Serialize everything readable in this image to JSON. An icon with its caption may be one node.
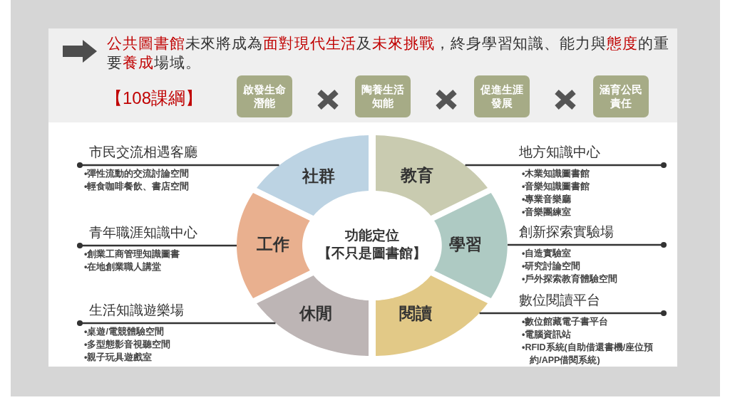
{
  "diagram": {
    "title": "**公共圖書館**未來將成為**面對現代生活**及**未來挑戰**，終身學習知識、能力與**態度**的重要**養成**場域。",
    "nodes": [
      {
        "text": [
          "啟發生命潛能"
        ]
      },
      {
        "text": [
          "陶養生活知能"
        ]
      },
      {
        "text": [
          "促進生涯發展"
        ]
      },
      {
        "text": [
          "涵育公民責任"
        ]
      },
      {
        "text": [
          "社群"
        ]
      },
      {
        "text": [
          "教育"
        ]
      },
      {
        "text": [
          "工作"
        ]
      },
      {
        "text": [
          "功能定位",
          "【不只是圖書館】"
        ]
      },
      {
        "text": [
          "學習"
        ]
      },
      {
        "text": [
          "休閒"
        ]
      },
      {
        "text": [
          "閱讀"
        ]
      },
      {
        "text": [
          "市民交流相遇客廳",
          "•彈性流動的交流討論空間",
          "•輕食咖啡餐飲、書店空間"
        ]
      },
      {
        "text": [
          "青年職涯知識中心",
          "•創業工商管理知識圖書",
          "•在地創業職人講堂"
        ]
      },
      {
        "text": [
          "生活知識遊樂場",
          "•桌遊/電競體驗空間",
          "•多型態影音視聽空間",
          "•親子玩具遊戲室"
        ]
      },
      {
        "text": [
          "地方知識中心",
          "•木業知識圖書館",
          "•音樂知識圖書館",
          "•專業音樂廳",
          "•音樂團練室"
        ]
      },
      {
        "text": [
          "創新探索實驗場",
          "•自造實驗室",
          "•研究討論空間",
          "•戶外探索教育體驗空間"
        ]
      },
      {
        "text": [
          "數位閱讀平台",
          "•數位館藏電子書平台",
          "•電腦資訊站",
          "•RFID系統(自助借還書機/座位預約/APP借閱系統)"
        ]
      }
    ],
    "edges": [
      {
        "from": 11,
        "to": 4,
        "arrow": "none"
      },
      {
        "from": 12,
        "to": 6,
        "arrow": "none"
      },
      {
        "from": 13,
        "to": 9,
        "arrow": "none"
      },
      {
        "from": 14,
        "to": 5,
        "arrow": "none"
      },
      {
        "from": 15,
        "to": 8,
        "arrow": "none"
      },
      {
        "from": 16,
        "to": 10,
        "arrow": "none"
      }
    ],
    "labels": [
      "【108課綱】"
    ]
  }
}
